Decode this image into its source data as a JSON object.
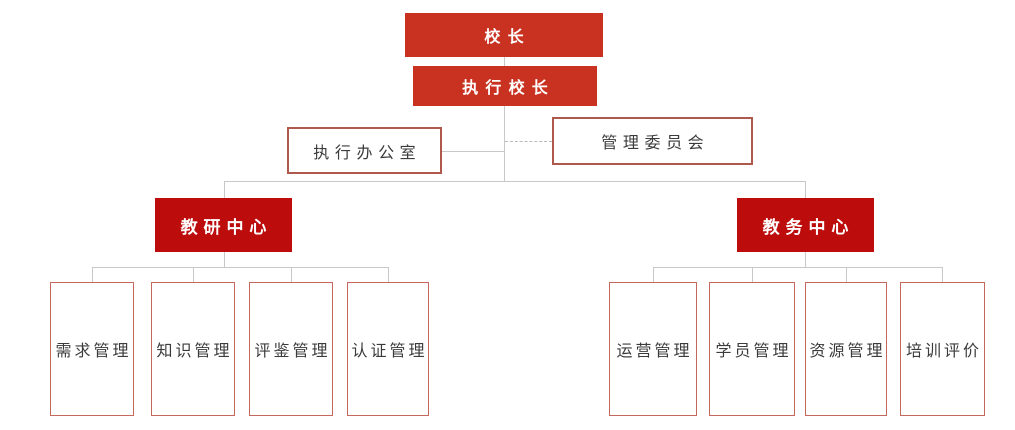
{
  "org_chart": {
    "type": "organization-chart",
    "background": "#ffffff",
    "colors": {
      "top_box_fill": "#c93221",
      "center_box_fill": "#bc0c0c",
      "filled_box_text": "#ffffff",
      "outlined_box_border": "#af594d",
      "child_box_border": "#c2685c",
      "outlined_box_text": "#3b3b3b",
      "connector_line": "#c8c8c8"
    },
    "nodes": {
      "principal": {
        "label": "校长",
        "style": "filled",
        "level": 1
      },
      "executive_principal": {
        "label": "执行校长",
        "style": "filled",
        "level": 2,
        "parent": "principal"
      },
      "executive_office": {
        "label": "执行办公室",
        "style": "outlined",
        "side": "left",
        "connector": "solid",
        "parent": "executive_principal"
      },
      "management_committee": {
        "label": "管理委员会",
        "style": "outlined",
        "side": "right",
        "connector": "dashed",
        "parent": "executive_principal"
      },
      "teaching_research_center": {
        "label": "教研中心",
        "style": "filled",
        "level": 3,
        "parent": "executive_principal"
      },
      "academic_affairs_center": {
        "label": "教务中心",
        "style": "filled",
        "level": 3,
        "parent": "executive_principal"
      }
    },
    "teaching_research_children": [
      {
        "label": "需求管理"
      },
      {
        "label": "知识管理"
      },
      {
        "label": "评鉴管理"
      },
      {
        "label": "认证管理"
      }
    ],
    "academic_affairs_children": [
      {
        "label": "运营管理"
      },
      {
        "label": "学员管理"
      },
      {
        "label": "资源管理"
      },
      {
        "label": "培训评价"
      }
    ]
  }
}
